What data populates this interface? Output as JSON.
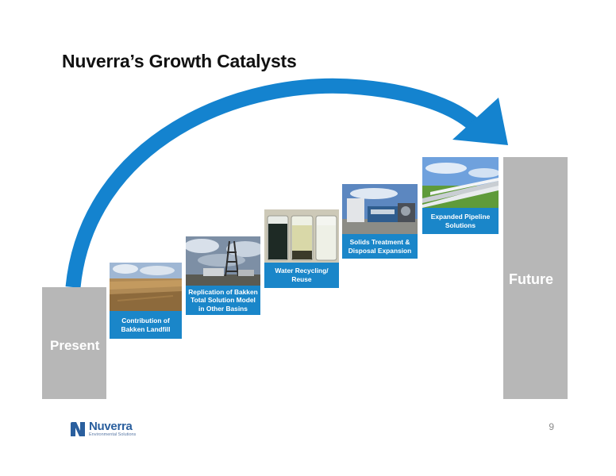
{
  "slide": {
    "title": "Nuverra’s Growth Catalysts",
    "page_number": "9"
  },
  "bars": {
    "present_label": "Present",
    "future_label": "Future",
    "bar_color": "#b7b7b7"
  },
  "arrow": {
    "color": "#1483cf"
  },
  "steps": [
    {
      "caption": "Contribution of\nBakken Landfill",
      "photo": "landfill-photo"
    },
    {
      "caption": "Replication of Bakken\nTotal Solution Model\nin Other Basins",
      "photo": "drilling-rig-photo"
    },
    {
      "caption": "Water Recycling/\nReuse",
      "photo": "water-beakers-photo"
    },
    {
      "caption": "Solids Treatment &\nDisposal Expansion",
      "photo": "treatment-facility-photo"
    },
    {
      "caption": "Expanded Pipeline\nSolutions",
      "photo": "pipeline-photo"
    }
  ],
  "caption_color": "#1a86c9",
  "logo": {
    "name": "Nuverra",
    "tagline": "Environmental Solutions"
  }
}
